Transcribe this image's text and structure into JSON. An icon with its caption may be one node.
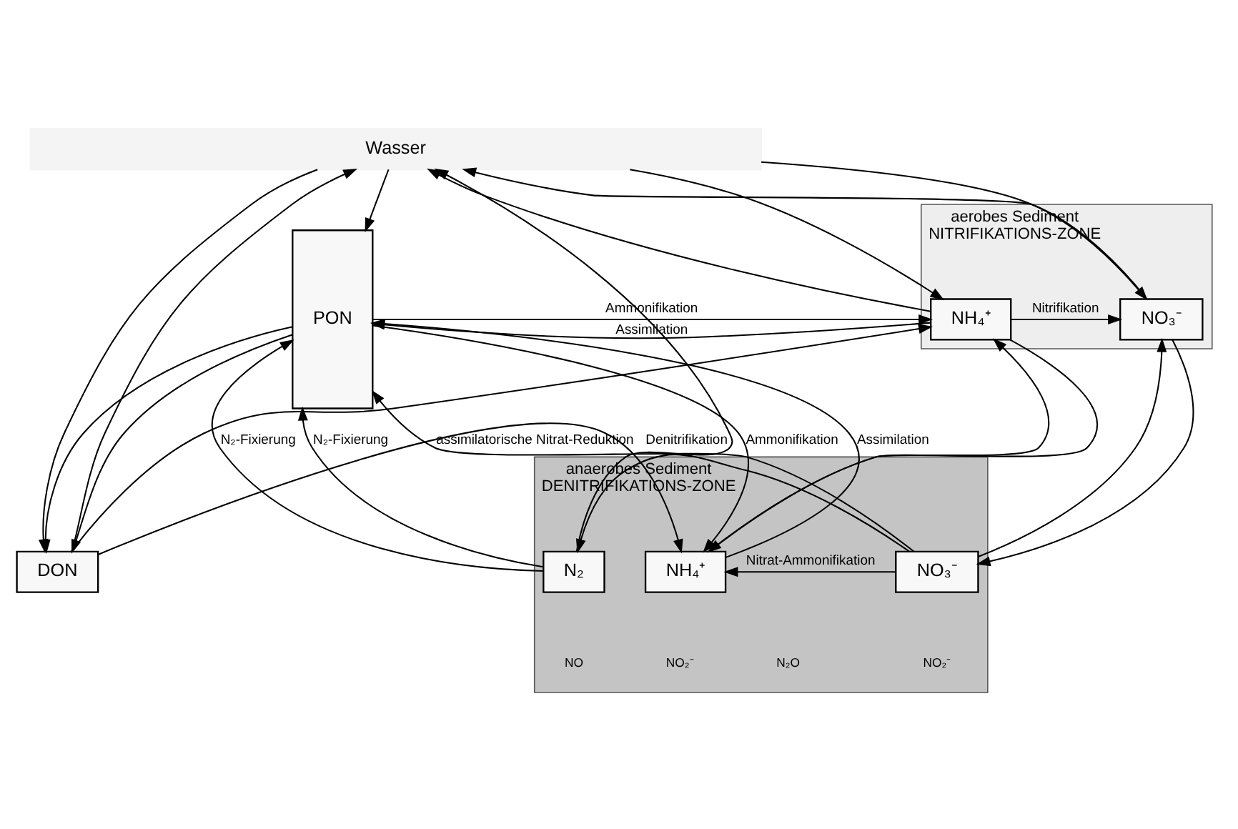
{
  "diagram": {
    "nodes": [
      {
        "text": [
          "Wasser"
        ]
      },
      {
        "text": [
          "aerobes Sediment",
          "NITRIFIKATIONS-ZONE"
        ]
      },
      {
        "text": [
          "NH₄⁺"
        ],
        "in": 1
      },
      {
        "text": [
          "NO₃⁻"
        ],
        "in": 1
      },
      {
        "text": [
          "anaerobes Sediment",
          "DENITRIFIKATIONS-ZONE"
        ]
      },
      {
        "text": [
          "NH₄⁺"
        ],
        "in": 4
      },
      {
        "text": [
          "NO₃⁻"
        ],
        "in": 4
      },
      {
        "text": [
          "N₂"
        ],
        "in": 4
      },
      {
        "text": [
          "PON"
        ]
      },
      {
        "text": [
          "DON"
        ]
      }
    ],
    "edges": [
      {
        "from": 0,
        "to": 8,
        "arrow": "to"
      },
      {
        "from": 7,
        "to": 8,
        "arrow": "to",
        "label": "N₂-Fixierung"
      },
      {
        "from": 9,
        "to": 0,
        "arrow": "to"
      },
      {
        "from": 0,
        "to": 9,
        "arrow": "to"
      },
      {
        "from": 2,
        "to": 0,
        "arrow": "to"
      },
      {
        "from": 0,
        "to": 2,
        "arrow": "to"
      },
      {
        "from": 3,
        "to": 0,
        "arrow": "to"
      },
      {
        "from": 0,
        "to": 3,
        "arrow": "to"
      },
      {
        "from": 2,
        "to": 8,
        "arrow": "to",
        "label": "Assimilation"
      },
      {
        "from": 8,
        "to": 2,
        "arrow": "to",
        "label": "Ammonifikation"
      },
      {
        "from": 9,
        "to": 2,
        "arrow": "to"
      },
      {
        "from": 8,
        "to": 9,
        "arrow": "to"
      },
      {
        "from": 8,
        "to": 9,
        "arrow": "to"
      },
      {
        "from": 2,
        "to": 3,
        "arrow": "to",
        "label": "Nitrifikation"
      },
      {
        "from": 2,
        "to": 5,
        "arrow": "to"
      },
      {
        "from": 5,
        "to": 2,
        "arrow": "to"
      },
      {
        "from": 3,
        "to": 6,
        "arrow": "to"
      },
      {
        "from": 6,
        "to": 3,
        "arrow": "to"
      },
      {
        "from": 9,
        "to": 5,
        "arrow": "to"
      },
      {
        "from": 8,
        "to": 5,
        "arrow": "to",
        "label": "Ammonifikation"
      },
      {
        "from": 6,
        "to": 5,
        "arrow": "to",
        "label": "Nitrat-Ammonifikation"
      },
      {
        "from": 6,
        "to": 7,
        "arrow": "to",
        "label": "Denitrifikation"
      },
      {
        "from": 5,
        "to": 8,
        "arrow": "to",
        "label": "Assimilation"
      },
      {
        "from": 6,
        "to": 8,
        "arrow": "to",
        "label": "assimilatorische Nitrat-Reduktion"
      },
      {
        "from": 7,
        "to": 8,
        "arrow": "to",
        "label": "N₂-Fixierung"
      },
      {
        "from": 7,
        "to": 0,
        "arrow": "to"
      }
    ],
    "labels": [
      "NO₂⁻",
      "NO₂⁻",
      "N₂O",
      "NO"
    ]
  }
}
